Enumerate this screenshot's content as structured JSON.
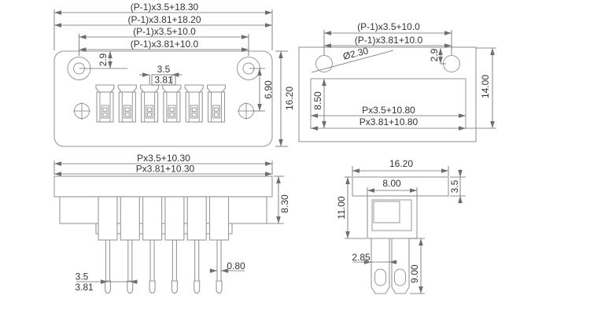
{
  "views": {
    "front": {
      "dims": {
        "overall_width_p35": "(P-1)x3.5+18.30",
        "overall_width_p381": "(P-1)x3.81+18.20",
        "hole_span_p35": "(P-1)x3.5+10.0",
        "hole_span_p381": "(P-1)x3.81+10.0",
        "hole_offset": "2.9",
        "pitch_35": "3.5",
        "pitch_381": "3.81",
        "screw_offset": "6.90",
        "overall_height": "16.20"
      }
    },
    "panel_cutout": {
      "dims": {
        "hole_span_p35": "(P-1)x3.5+10.0",
        "hole_span_p381": "(P-1)x3.81+10.0",
        "hole_diameter": "Ø2.30",
        "hole_offset": "2.9",
        "cutout_height": "8.50",
        "cutout_width_p35": "Px3.5+10.80",
        "cutout_width_p381": "Px3.81+10.80",
        "overall_height": "14.00"
      }
    },
    "side": {
      "dims": {
        "flange_width_p35": "Px3.5+10.30",
        "flange_width_p381": "Px3.81+10.30",
        "body_height": "8.30",
        "pin_pitch_35": "3.5",
        "pin_pitch_381": "3.81",
        "pin_width": "0.80"
      }
    },
    "end": {
      "dims": {
        "flange_width": "16.20",
        "body_width": "8.00",
        "flange_thickness": "3.5",
        "body_height": "11.00",
        "leg_width": "2.85",
        "leg_length": "9.00"
      }
    }
  }
}
